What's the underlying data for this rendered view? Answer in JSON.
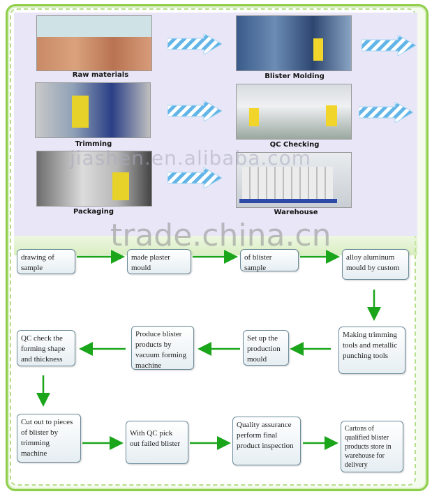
{
  "production_steps": [
    {
      "label": "Raw materials"
    },
    {
      "label": "Blister Molding"
    },
    {
      "label": "Trimming"
    },
    {
      "label": "QC Checking"
    },
    {
      "label": "Packaging"
    },
    {
      "label": "Warehouse"
    }
  ],
  "watermarks": {
    "site": "jiashen.en.alibaba.com",
    "trade": "trade.china.cn"
  },
  "flow_boxes": [
    {
      "id": "b1",
      "text": "drawing of sample"
    },
    {
      "id": "b2",
      "text": "made plaster mould"
    },
    {
      "id": "b3",
      "text": "of blister sample"
    },
    {
      "id": "b4",
      "text": "alloy aluminum mould by custom"
    },
    {
      "id": "b5",
      "text": "Making trimming tools and metallic punching tools"
    },
    {
      "id": "b6",
      "text": "Set up the production mould"
    },
    {
      "id": "b7",
      "text": "Produce blister products by vacuum forming machine"
    },
    {
      "id": "b8",
      "text": "QC check the forming shape and thickness"
    },
    {
      "id": "b9",
      "text": "Cut out to pieces of blister by trimming machine"
    },
    {
      "id": "b10",
      "text": "With QC pick out failed blister"
    },
    {
      "id": "b11",
      "text": "Quality assurance perform final product inspection"
    },
    {
      "id": "b12",
      "text": "Cartons of qualified blister products store in warehouse for delivery"
    }
  ],
  "colors": {
    "frame_green": "#8fce4a",
    "flow_arrow": "#1aa51a",
    "photo_panel_bg": "#e9e7f7",
    "stripe_arrow": "#63b5e8"
  }
}
